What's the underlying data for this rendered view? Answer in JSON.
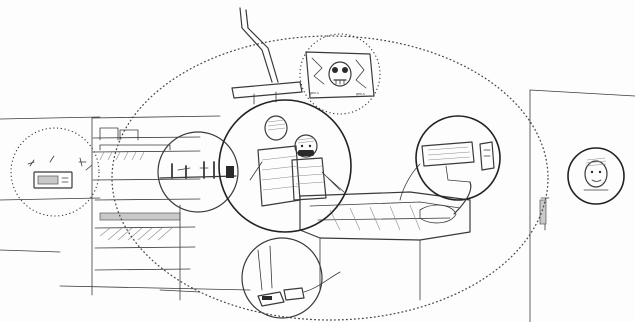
{
  "scene": {
    "style": "pencil-sketch",
    "stroke_color": "#3a3a3a",
    "background_color": "#fdfdfd"
  },
  "callouts": [
    {
      "icon": "speaker-device-icon"
    },
    {
      "icon": "instrument-tray-icon"
    },
    {
      "icon": "surgeons-icon"
    },
    {
      "icon": "monitor-face-icon"
    },
    {
      "icon": "ventilator-icon"
    },
    {
      "icon": "foot-pedal-icon"
    },
    {
      "icon": "person-face-icon"
    }
  ],
  "labels": {
    "monitor_bottom_left": "gen-s",
    "monitor_bottom_right": "gen-s"
  }
}
